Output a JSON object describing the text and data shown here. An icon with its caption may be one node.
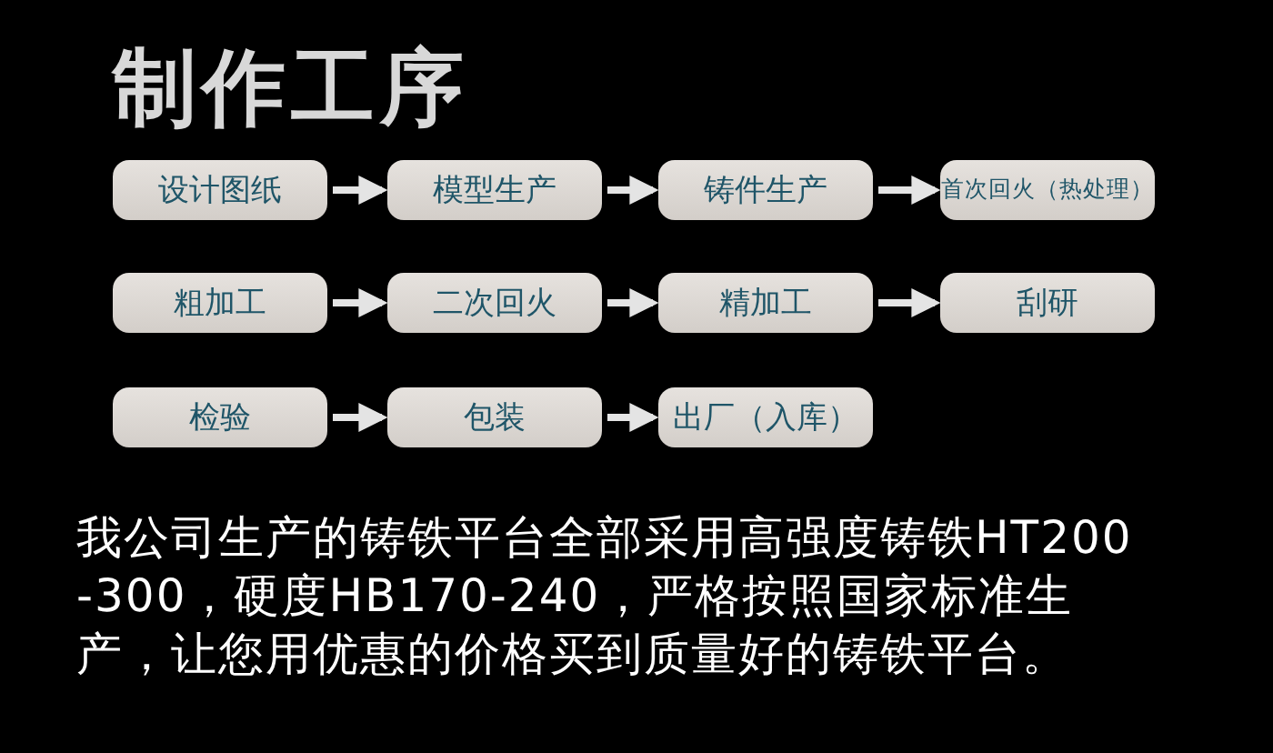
{
  "diagram": {
    "title": "制作工序",
    "nodes": [
      {
        "text": [
          "设计图纸"
        ]
      },
      {
        "text": [
          "模型生产"
        ]
      },
      {
        "text": [
          "铸件生产"
        ]
      },
      {
        "text": [
          "首次回火（热处理）"
        ]
      },
      {
        "text": [
          "粗加工"
        ]
      },
      {
        "text": [
          "二次回火"
        ]
      },
      {
        "text": [
          "精加工"
        ]
      },
      {
        "text": [
          "刮研"
        ]
      },
      {
        "text": [
          "检验"
        ]
      },
      {
        "text": [
          "包装"
        ]
      },
      {
        "text": [
          "出厂（入库）"
        ]
      }
    ],
    "edges": [
      {
        "from": 0,
        "to": 1,
        "arrow": "to"
      },
      {
        "from": 1,
        "to": 2,
        "arrow": "to"
      },
      {
        "from": 2,
        "to": 3,
        "arrow": "to"
      },
      {
        "from": 4,
        "to": 5,
        "arrow": "to"
      },
      {
        "from": 5,
        "to": 6,
        "arrow": "to"
      },
      {
        "from": 6,
        "to": 7,
        "arrow": "to"
      },
      {
        "from": 8,
        "to": 9,
        "arrow": "to"
      },
      {
        "from": 9,
        "to": 10,
        "arrow": "to"
      }
    ],
    "labels": [
      "我公司生产的铸铁平台全部采用高强度铸铁HT200-300，硬度HB170-240，严格按照国家标准生产，让您用优惠的价格买到质量好的铸铁平台。"
    ]
  }
}
